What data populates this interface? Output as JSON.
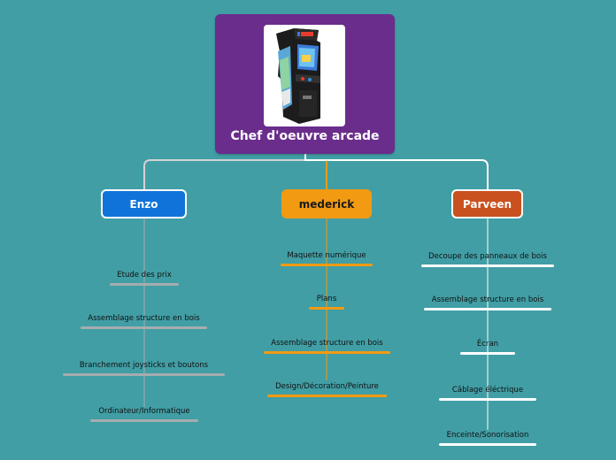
{
  "root": {
    "title": "Chef d'oeuvre arcade",
    "image": "arcade-cabinet-image"
  },
  "branches": [
    {
      "label": "Enzo",
      "color": "#0f73d9",
      "children": [
        "Etude des prix",
        "Assemblage structure en bois",
        "Branchement joysticks et boutons",
        "Ordinateur/Informatique"
      ]
    },
    {
      "label": "mederick",
      "color": "#f29a12",
      "children": [
        "Maquette numérique",
        "Plans",
        "Assemblage structure en bois",
        "Design/Décoration/Peinture"
      ]
    },
    {
      "label": "Parveen",
      "color": "#c9511f",
      "children": [
        "Decoupe des panneaux de bois",
        "Assemblage structure en bois",
        "Écran",
        "Câblage éléctrique",
        "Enceinte/Sonorisation"
      ]
    }
  ],
  "colors": {
    "background": "#419ea5",
    "root": "#6a2d8c",
    "enzo_underline": "#a6acaf",
    "mederick_underline": "#f29a12",
    "parveen_underline": "#ffffff"
  }
}
